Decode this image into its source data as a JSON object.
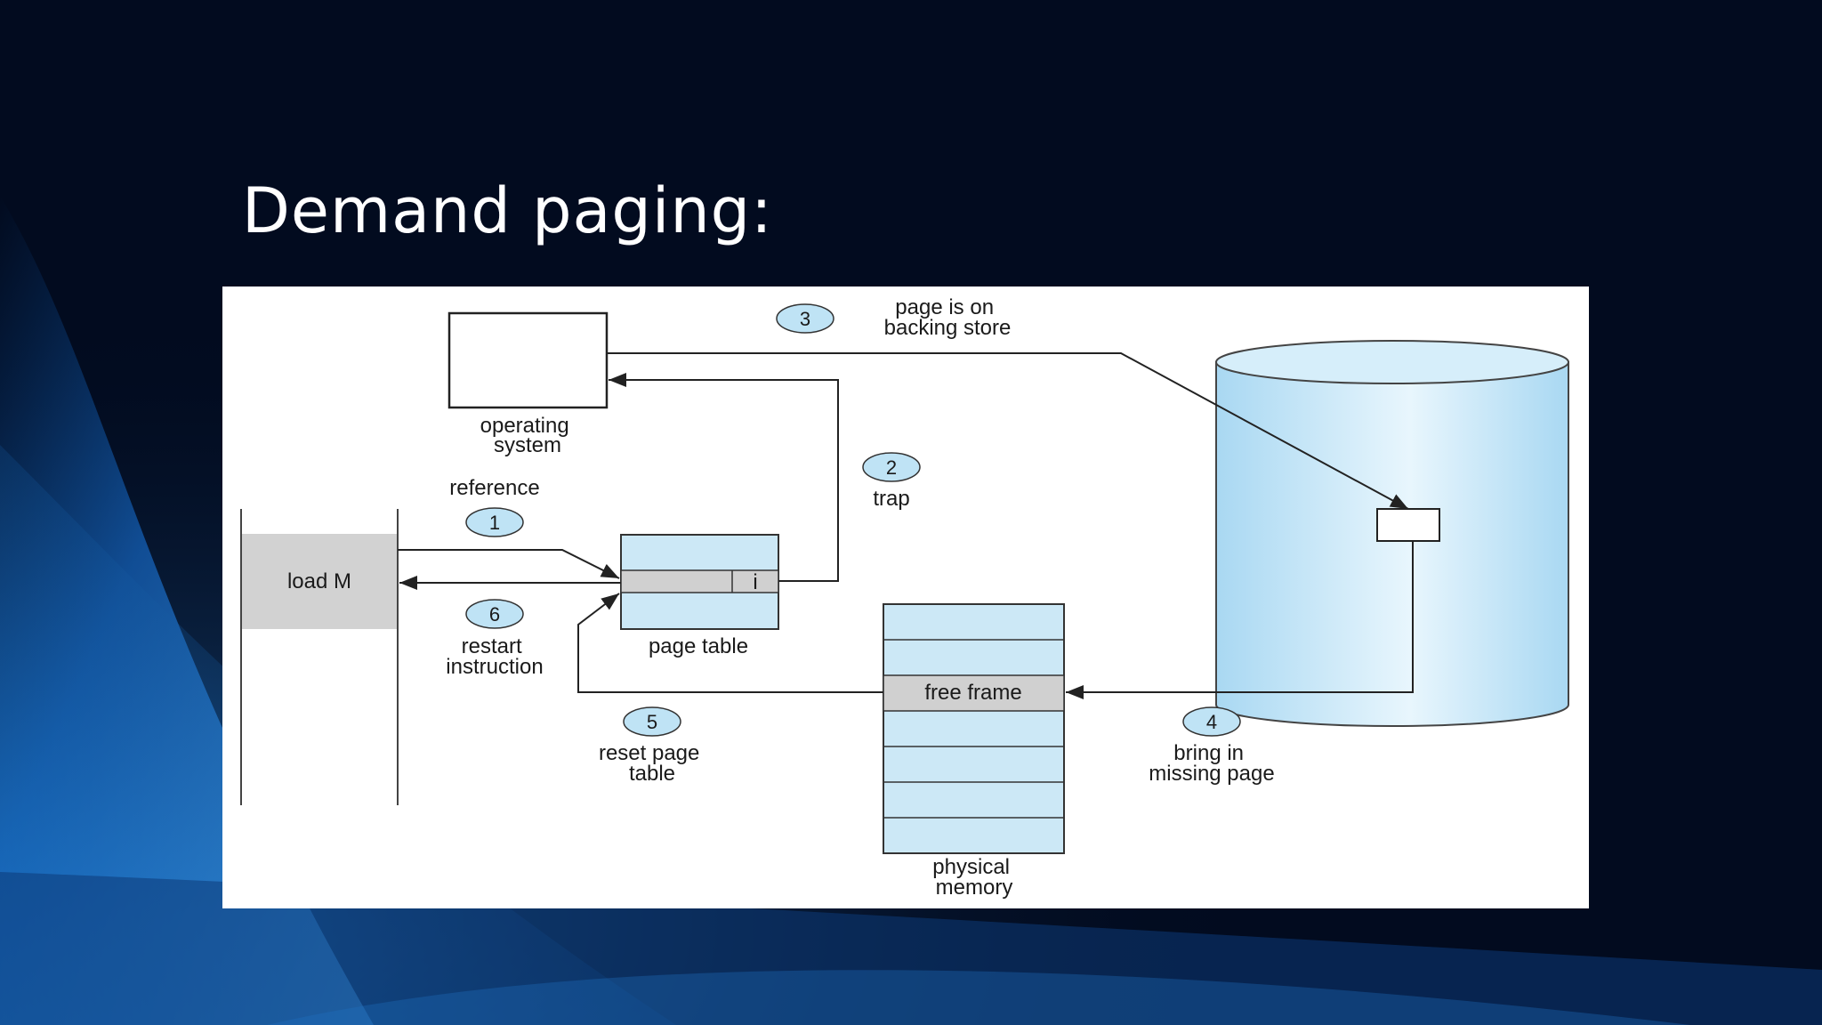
{
  "slide": {
    "title": "Demand paging:"
  },
  "diagram": {
    "os_label": [
      "operating",
      "system"
    ],
    "reference_label": "reference",
    "load_label": "load M",
    "page_table_label": "page table",
    "invalid_bit": "i",
    "free_frame_label": "free frame",
    "physical_memory_label": [
      "physical",
      "memory"
    ],
    "steps": [
      {
        "num": "1",
        "lines": []
      },
      {
        "num": "2",
        "lines": [
          "trap"
        ]
      },
      {
        "num": "3",
        "lines": [
          "page is on",
          "backing store"
        ]
      },
      {
        "num": "4",
        "lines": [
          "bring in",
          "missing page"
        ]
      },
      {
        "num": "5",
        "lines": [
          "reset page",
          "table"
        ]
      },
      {
        "num": "6",
        "lines": [
          "restart",
          "instruction"
        ]
      }
    ],
    "colors": {
      "disk_fill": "#cfe9f7",
      "table_fill": "#cce8f6",
      "row_gray": "#d0d0d0",
      "badge_fill": "#bfe3f5",
      "line": "#222222"
    }
  }
}
